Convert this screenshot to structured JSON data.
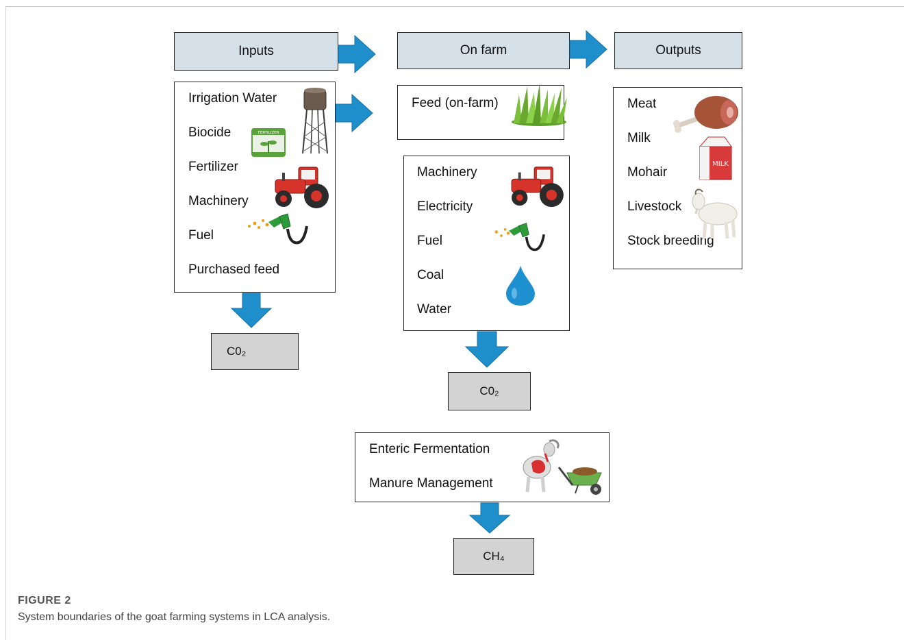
{
  "headers": {
    "inputs": "Inputs",
    "on_farm": "On farm",
    "outputs": "Outputs"
  },
  "inputs_items": [
    "Irrigation Water",
    "Biocide",
    "Fertilizer",
    "Machinery",
    "Fuel",
    "Purchased feed"
  ],
  "feed_box": {
    "label": "Feed (on-farm)"
  },
  "onfarm_items": [
    "Machinery",
    "Electricity",
    "Fuel",
    "Coal",
    "Water"
  ],
  "outputs_items": [
    "Meat",
    "Milk",
    "Mohair",
    "Livestock",
    "Stock breeding"
  ],
  "emission_items": [
    "Enteric Fermentation",
    "Manure Management"
  ],
  "gases": {
    "inputs": "C0₂",
    "on_farm": "C0₂",
    "emissions": "CH₄"
  },
  "icons": {
    "fertilizer_bag_text": "FERTILIZER",
    "milk_carton_text": "MILK"
  },
  "caption": {
    "title": "FIGURE 2",
    "text": "System boundaries of the goat farming systems in LCA analysis."
  },
  "colors": {
    "header_fill": "#d6e0e8",
    "arrow_fill": "#1f8fcb",
    "gas_fill": "#d3d3d3"
  }
}
